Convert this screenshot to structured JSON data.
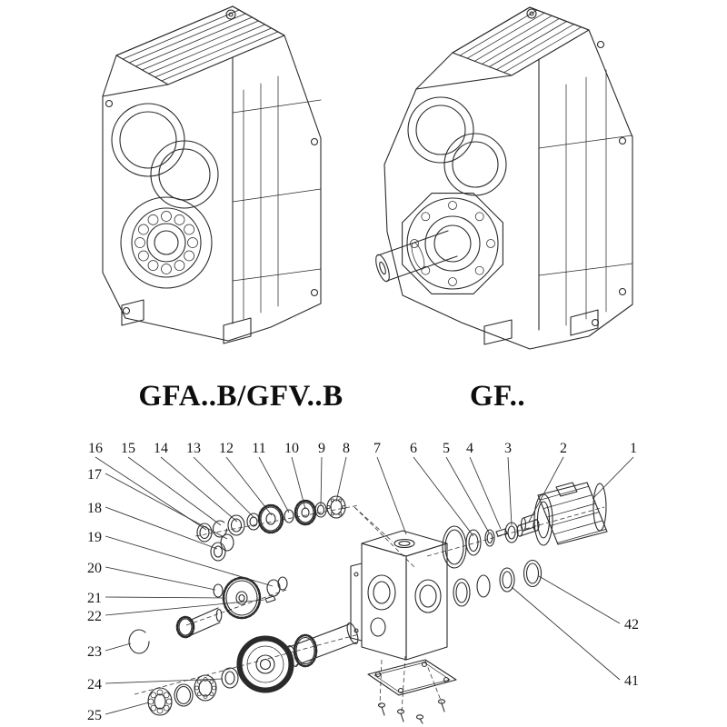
{
  "colors": {
    "ink": "#2a2a2a",
    "background": "#ffffff"
  },
  "models": [
    {
      "label": "GFA..B/GFV..B"
    },
    {
      "label": "GF.."
    }
  ],
  "exploded_view": {
    "callouts": {
      "top": [
        "16",
        "15",
        "14",
        "13",
        "12",
        "11",
        "10",
        "9",
        "8",
        "7",
        "6",
        "5",
        "4",
        "3",
        "2",
        "1"
      ],
      "left": [
        "17",
        "18",
        "19",
        "20",
        "21",
        "22",
        "23",
        "24",
        "25"
      ],
      "right": [
        "42",
        "41"
      ]
    }
  }
}
